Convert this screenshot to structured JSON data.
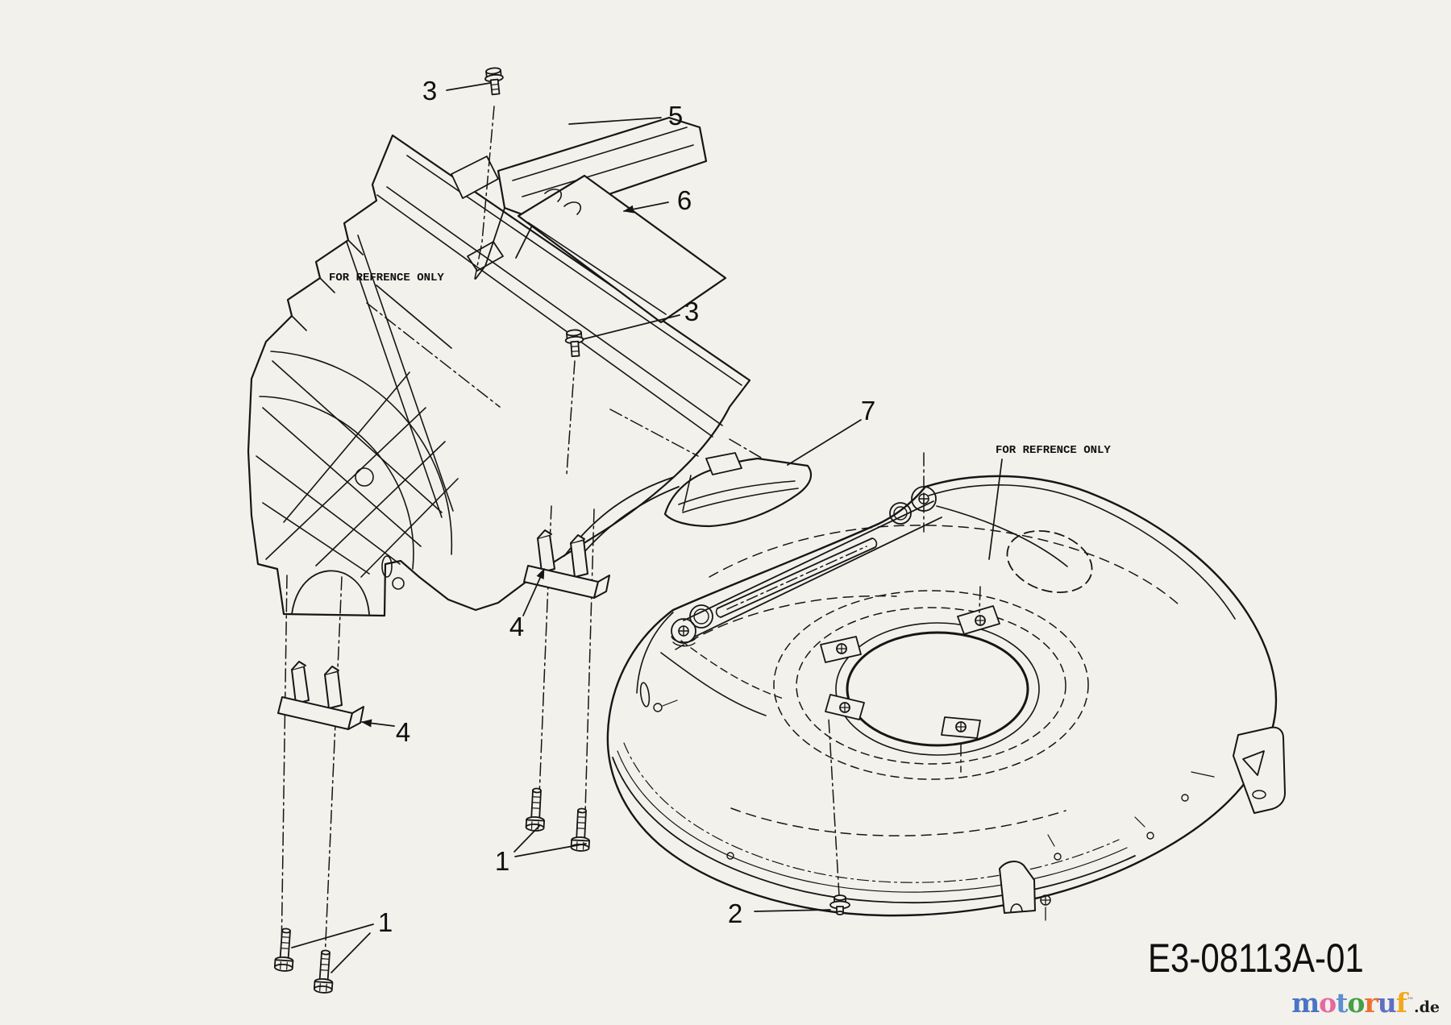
{
  "page": {
    "background_color": "#f2f1ec",
    "line_color": "#161616"
  },
  "diagram": {
    "type": "exploded-parts-diagram",
    "subject": "lawn-mower deck and rear housing",
    "part_code": "E3-08113A-01",
    "reference_note_left": "FOR REFRENCE ONLY",
    "reference_note_right": "FOR REFRENCE ONLY",
    "callouts": {
      "c3_top": "3",
      "c5": "5",
      "c6": "6",
      "c3_mid": "3",
      "c7": "7",
      "c4_upper": "4",
      "c4_lower": "4",
      "c1_mid": "1",
      "c1_bottom": "1",
      "c2": "2"
    }
  },
  "branding": {
    "site_letters": [
      {
        "ch": "m",
        "color": "#4a74c4"
      },
      {
        "ch": "o",
        "color": "#e8679f"
      },
      {
        "ch": "t",
        "color": "#5b8fd0"
      },
      {
        "ch": "o",
        "color": "#43a047"
      },
      {
        "ch": "r",
        "color": "#ee7030"
      },
      {
        "ch": "u",
        "color": "#5f6fc4"
      },
      {
        "ch": "f",
        "color": "#f2a71f"
      }
    ],
    "trademark": "™",
    "tld": ".de"
  }
}
